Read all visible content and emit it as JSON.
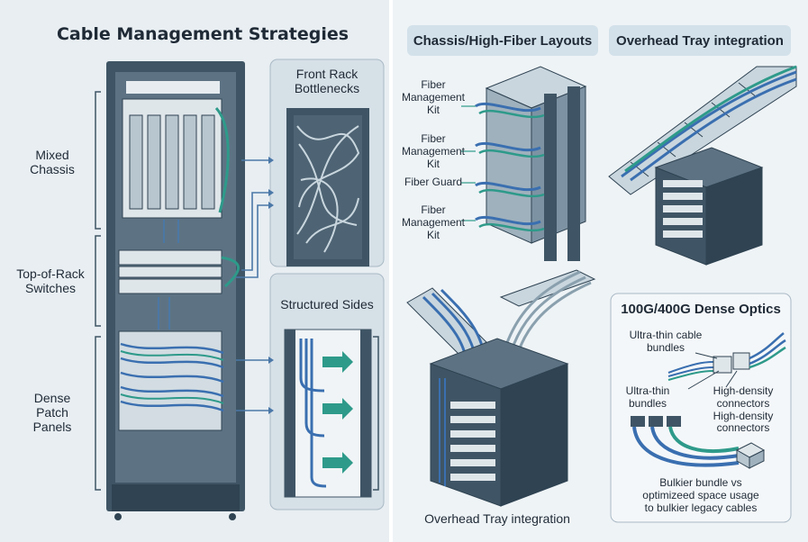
{
  "left_panel": {
    "title": "Cable Management Strategies",
    "labels": {
      "mixed_chassis": "Mixed\nChassis",
      "tor_switches": "Top-of-Rack\nSwitches",
      "dense_patch": "Dense\nPatch\nPanels"
    },
    "front_rack": {
      "title": "Front Rack\nBottlenecks"
    },
    "structured_sides": {
      "title": "Structured Sides"
    }
  },
  "right_panel": {
    "chassis_layouts": {
      "title": "Chassis/High-Fiber Layouts",
      "labels": [
        "Fiber\nManagement\nKit",
        "Fiber\nManagement\nKit",
        "Fiber Guard",
        "Fiber\nManagement\nKit"
      ]
    },
    "overhead_top": {
      "title": "Overhead Tray integration"
    },
    "overhead_bottom": {
      "title": "Overhead Tray integration"
    },
    "dense_optics": {
      "title": "100G/400G Dense Optics",
      "label_thin_cable": "Ultra-thin cable\nbundles",
      "label_thin_bundles": "Ultra-thin\nbundles",
      "label_connectors": "High-density\nconnectors\nHigh-density\nconnectors",
      "caption": "Bulkier bundle  vs\noptimizeed space usage\nto bulkier legacy cables"
    }
  },
  "colors": {
    "left_bg": "#e8eef2",
    "right_bg": "#eef3f6",
    "rack": "#3f5565",
    "cable_blue": "#3a6fb0",
    "cable_teal": "#2e9a8a",
    "arrow": "#4a78a8",
    "pill": "#d3e1ea"
  }
}
